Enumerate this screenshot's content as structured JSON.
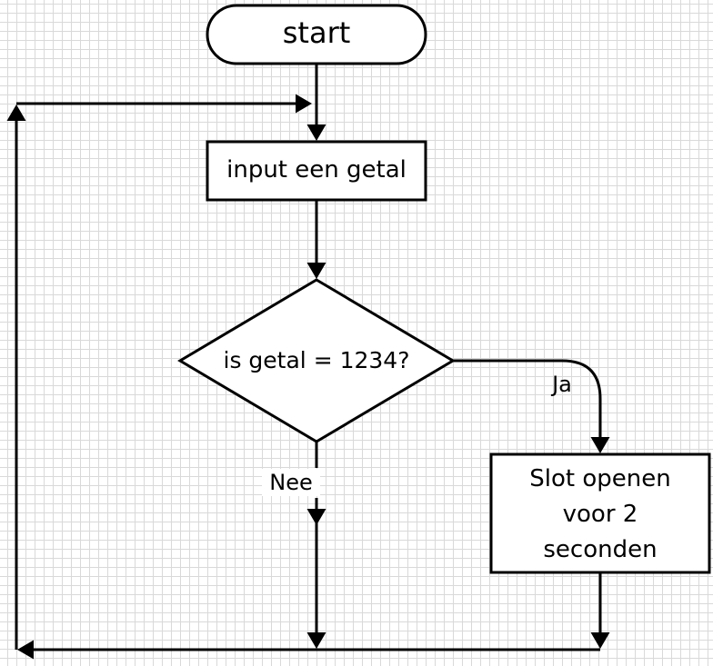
{
  "diagram": {
    "start_label": "start",
    "input_label": "input een getal",
    "decision_label": "is getal = 1234?",
    "yes_label": "Ja",
    "no_label": "Nee",
    "action_lines": [
      "Slot openen",
      "voor 2",
      "seconden"
    ]
  }
}
